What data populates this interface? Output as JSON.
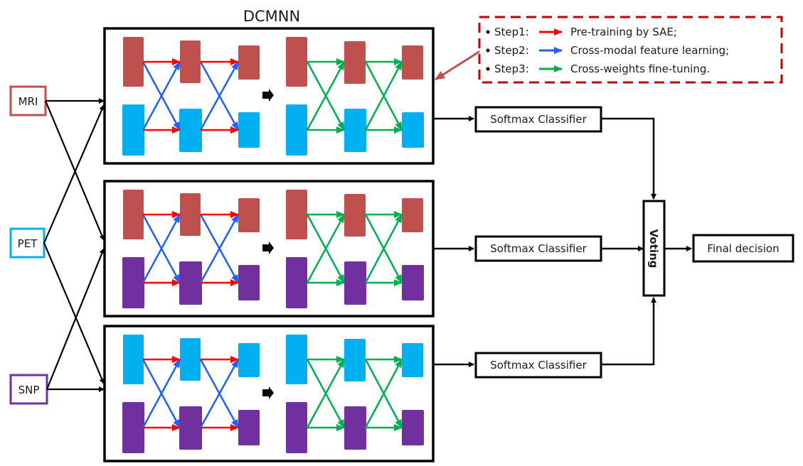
{
  "title": "DCMNN",
  "colors": {
    "mri": "#c0504d",
    "pet": "#00b0f0",
    "snp": "#7030a0",
    "step1": "#ff0000",
    "step2": "#1f5fff",
    "step3": "#00b050",
    "legend_border": "#c00000",
    "line": "#000000"
  },
  "inputs": [
    {
      "id": "mri",
      "label": "MRI"
    },
    {
      "id": "pet",
      "label": "PET"
    },
    {
      "id": "snp",
      "label": "SNP"
    }
  ],
  "networks": [
    {
      "name": "network-mri-pet",
      "top_modality": "mri",
      "bottom_modality": "pet"
    },
    {
      "name": "network-mri-snp",
      "top_modality": "mri",
      "bottom_modality": "snp"
    },
    {
      "name": "network-pet-snp",
      "top_modality": "pet",
      "bottom_modality": "snp"
    }
  ],
  "classifiers": [
    {
      "label": "Softmax Classifier"
    },
    {
      "label": "Softmax Classifier"
    },
    {
      "label": "Softmax Classifier"
    }
  ],
  "voting": {
    "label": "Voting"
  },
  "final": {
    "label": "Final decision"
  },
  "legend": {
    "items": [
      {
        "step": "Step1:",
        "color_key": "step1",
        "text": "Pre-training by SAE;"
      },
      {
        "step": "Step2:",
        "color_key": "step2",
        "text": "Cross-modal feature learning;"
      },
      {
        "step": "Step3:",
        "color_key": "step3",
        "text": "Cross-weights fine-tuning."
      }
    ]
  }
}
